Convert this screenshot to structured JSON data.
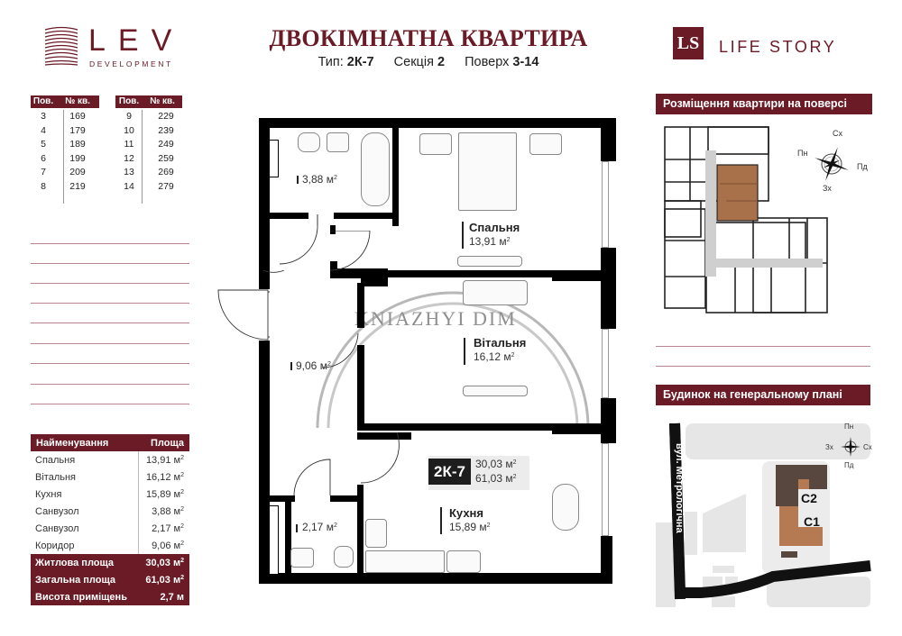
{
  "header": {
    "developer_logo": {
      "name": "LEV",
      "subtitle": "DEVELOPMENT"
    },
    "title": "ДВОКІМНАТНА КВАРТИРА",
    "type_label": "Тип:",
    "type_value": "2К-7",
    "section_label": "Секція",
    "section_value": "2",
    "floor_label": "Поверх",
    "floor_value": "3-14",
    "project_logo": {
      "mark": "LS",
      "name": "LIFE STORY"
    }
  },
  "floor_table": {
    "headers": [
      "Пов.",
      "№ кв.",
      "Пов.",
      "№ кв."
    ],
    "left": [
      {
        "floor": "3",
        "apt": "169"
      },
      {
        "floor": "4",
        "apt": "179"
      },
      {
        "floor": "5",
        "apt": "189"
      },
      {
        "floor": "6",
        "apt": "199"
      },
      {
        "floor": "7",
        "apt": "209"
      },
      {
        "floor": "8",
        "apt": "219"
      }
    ],
    "right": [
      {
        "floor": "9",
        "apt": "229"
      },
      {
        "floor": "10",
        "apt": "239"
      },
      {
        "floor": "11",
        "apt": "249"
      },
      {
        "floor": "12",
        "apt": "259"
      },
      {
        "floor": "13",
        "apt": "269"
      },
      {
        "floor": "14",
        "apt": "279"
      }
    ]
  },
  "area_table": {
    "headers": [
      "Найменування",
      "Площа"
    ],
    "rows": [
      {
        "name": "Спальня",
        "value": "13,91 м",
        "unit_sup": "2"
      },
      {
        "name": "Вітальня",
        "value": "16,12 м",
        "unit_sup": "2"
      },
      {
        "name": "Кухня",
        "value": "15,89 м",
        "unit_sup": "2"
      },
      {
        "name": "Санвузол",
        "value": "3,88 м",
        "unit_sup": "2"
      },
      {
        "name": "Санвузол",
        "value": "2,17 м",
        "unit_sup": "2"
      },
      {
        "name": "Коридор",
        "value": "9,06 м",
        "unit_sup": "2"
      }
    ],
    "totals": [
      {
        "name": "Житлова площа",
        "value": "30,03 м",
        "unit_sup": "2"
      },
      {
        "name": "Загальна площа",
        "value": "61,03 м",
        "unit_sup": "2"
      },
      {
        "name": "Висота приміщень",
        "value": "2,7 м",
        "unit_sup": ""
      }
    ]
  },
  "plan": {
    "rooms": {
      "bathroom1": {
        "area": "3,88 м",
        "sup": "2"
      },
      "bedroom": {
        "label": "Спальня",
        "area": "13,91 м",
        "sup": "2"
      },
      "living": {
        "label": "Вітальня",
        "area": "16,12 м",
        "sup": "2"
      },
      "corridor": {
        "area": "9,06 м",
        "sup": "2"
      },
      "bathroom2": {
        "area": "2,17 м",
        "sup": "2"
      },
      "kitchen": {
        "label": "Кухня",
        "area": "15,89 м",
        "sup": "2"
      }
    },
    "badge": {
      "type": "2К-7",
      "living_area": "30,03 м",
      "total_area": "61,03 м",
      "sup": "2"
    },
    "watermark": "KNIAZHYI DIM"
  },
  "floor_location": {
    "title": "Розміщення квартири на поверсі",
    "compass": {
      "n": "Сх",
      "w": "Пн",
      "e": "Пд",
      "s": "Зх"
    },
    "highlight_color": "#a9714a"
  },
  "site_plan": {
    "title": "Будинок на генеральному плані",
    "street": "вул. Метрологічна",
    "compass": {
      "n": "Пн",
      "w": "Зх",
      "e": "Сх",
      "s": "Пд"
    },
    "buildings": [
      {
        "label": "С2",
        "color": "#57473f"
      },
      {
        "label": "С1",
        "color": "#b57a52"
      }
    ]
  },
  "colors": {
    "brand": "#6a1b26",
    "note_line": "#b98590"
  }
}
